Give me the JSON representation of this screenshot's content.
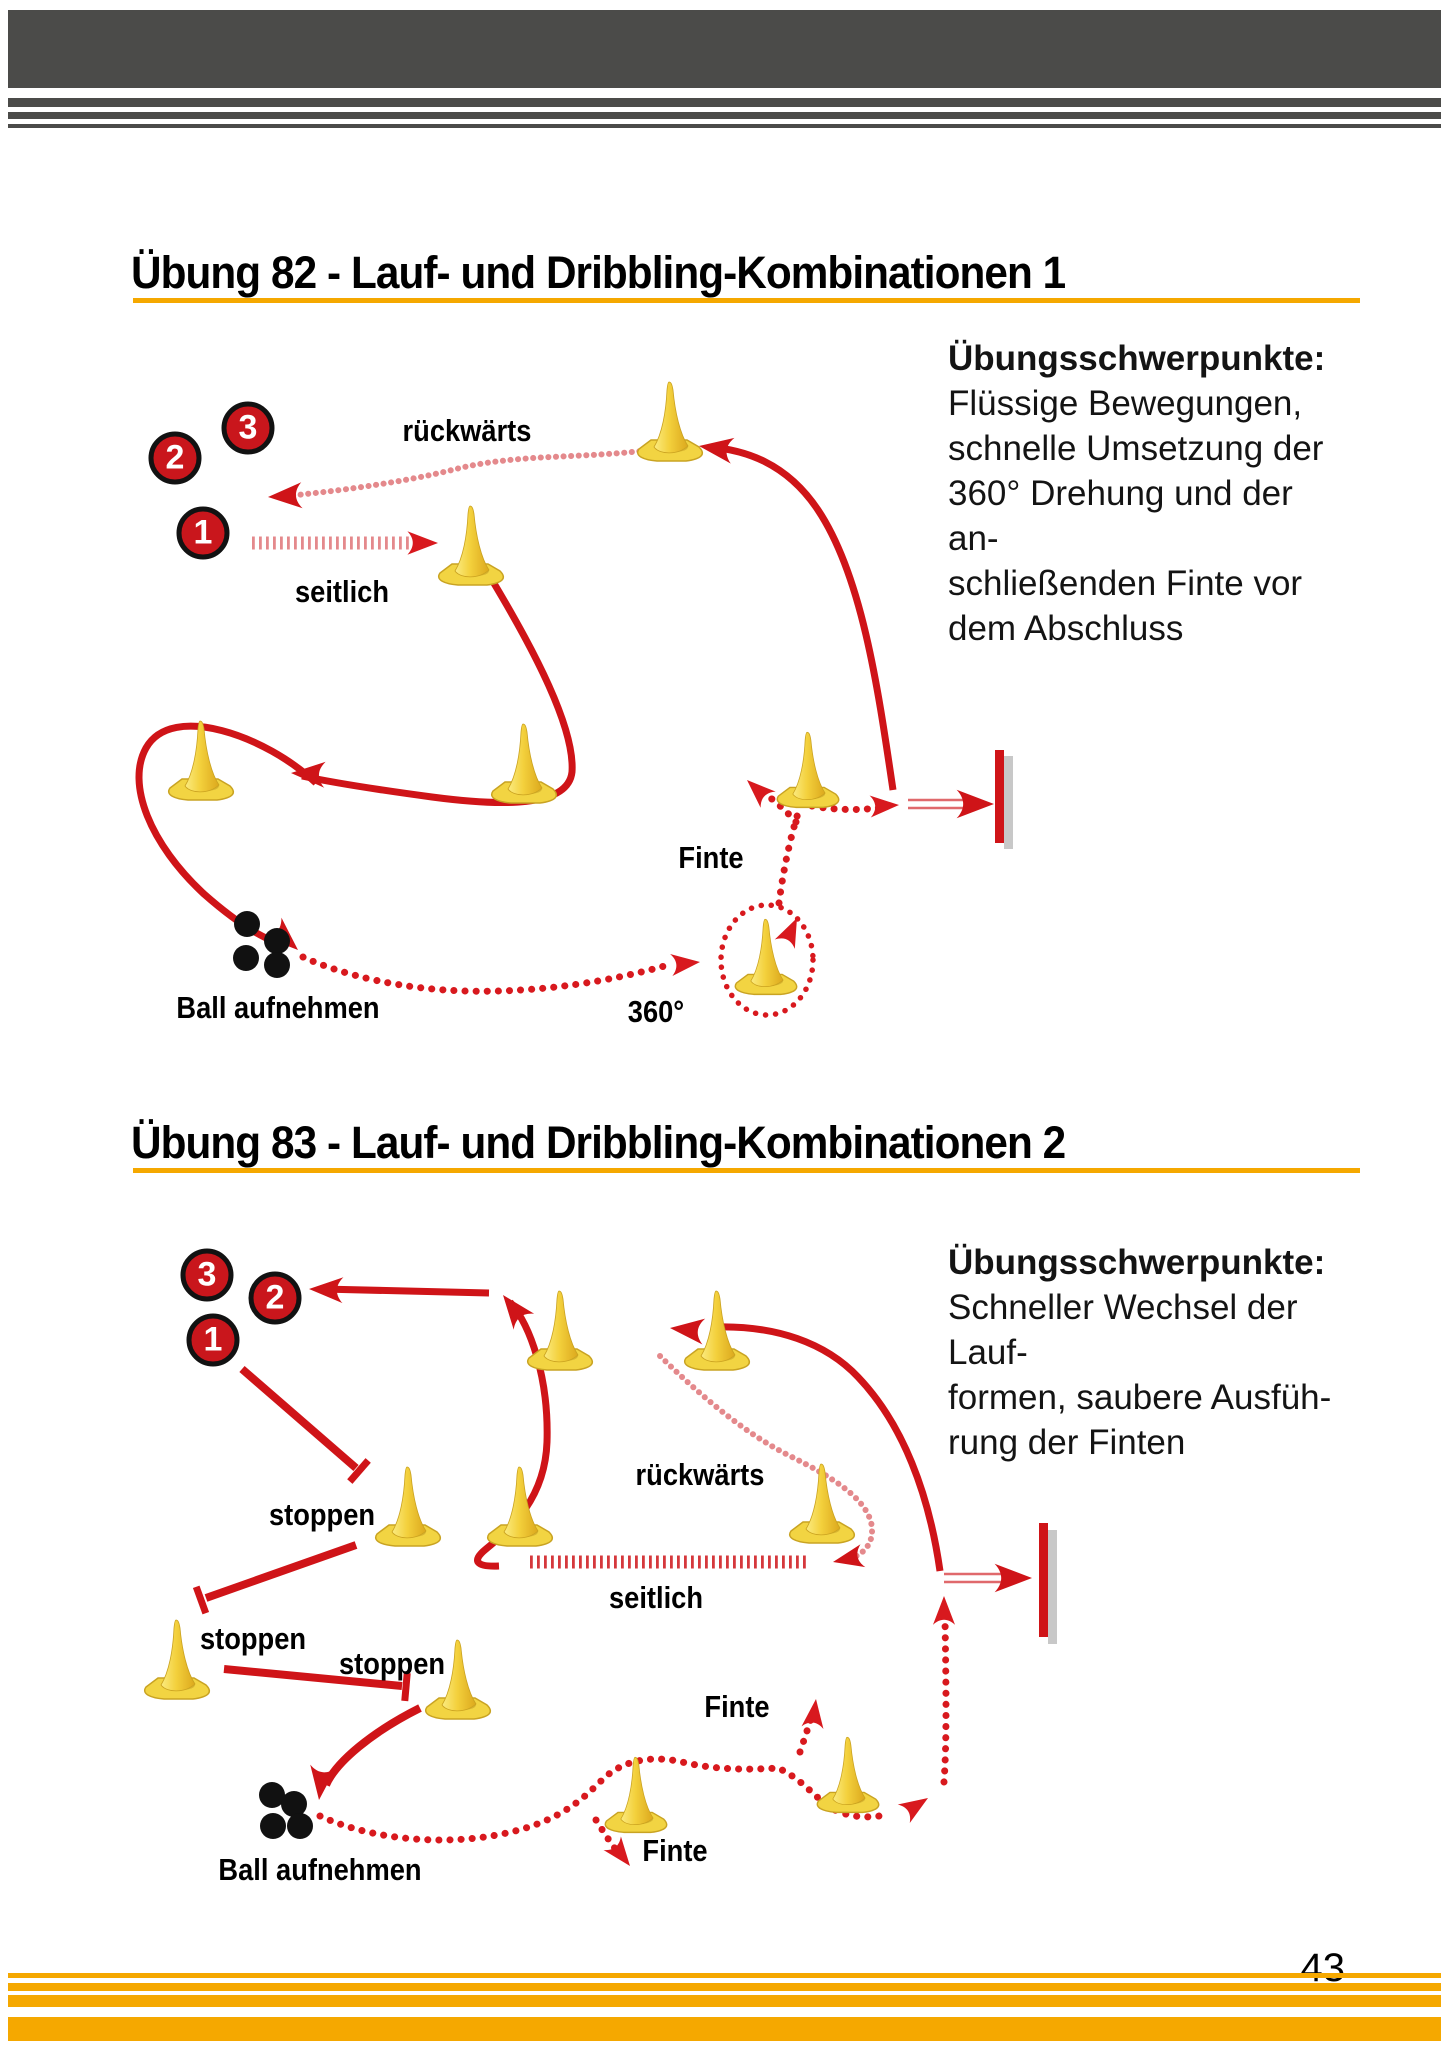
{
  "page_number": "43",
  "colors": {
    "accent_orange": "#f5a800",
    "header_gray": "#4b4b49",
    "main_red": "#cf1418",
    "dotted_red": "#d8191e",
    "stitch_pink": "#e4898c",
    "cone_yellow": "#f3d03c"
  },
  "sections": [
    {
      "title": "Übung 82  - Lauf- und Dribbling-Kombinationen 1",
      "focus_heading": "Übungsschwerpunkte:",
      "focus_lines": [
        "Flüssige Bewegungen,",
        "schnelle Umsetzung der",
        "360° Drehung und der an-",
        "schließenden Finte vor",
        "dem Abschluss"
      ],
      "players": [
        "1",
        "2",
        "3"
      ],
      "labels": {
        "rueckwaerts": "rückwärts",
        "seitlich": "seitlich",
        "finte": "Finte",
        "turn": "360°",
        "ball": "Ball aufnehmen"
      }
    },
    {
      "title": "Übung 83  - Lauf- und Dribbling-Kombinationen 2",
      "focus_heading": "Übungsschwerpunkte:",
      "focus_lines": [
        "Schneller Wechsel der Lauf-",
        "formen, saubere Ausfüh-",
        "rung der Finten"
      ],
      "players": [
        "1",
        "2",
        "3"
      ],
      "labels": {
        "stoppen1": "stoppen",
        "stoppen2": "stoppen",
        "stoppen3": "stoppen",
        "rueckwaerts": "rückwärts",
        "seitlich": "seitlich",
        "finte1": "Finte",
        "finte2": "Finte",
        "ball": "Ball aufnehmen"
      }
    }
  ]
}
